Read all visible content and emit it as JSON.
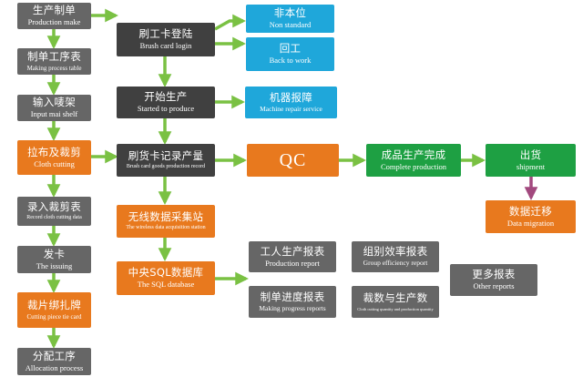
{
  "colors": {
    "gray": "#666666",
    "dark": "#404040",
    "blue": "#1fa7da",
    "orange": "#e8791e",
    "green": "#1ea043",
    "arrow_green": "#7ac143",
    "arrow_purple": "#a2497e"
  },
  "nodes": {
    "production_make": {
      "zh": "生产制单",
      "en": "Production make"
    },
    "making_process": {
      "zh": "制单工序表",
      "en": "Making process table"
    },
    "input_shelf": {
      "zh": "输入唛架",
      "en": "Input mai shelf"
    },
    "cloth_cutting": {
      "zh": "拉布及裁剪",
      "en": "Cloth cutting"
    },
    "record_cutting": {
      "zh": "录入裁剪表",
      "en": "Record cloth cutting data"
    },
    "issuing": {
      "zh": "发卡",
      "en": "The issuing"
    },
    "tie_card": {
      "zh": "裁片绑扎牌",
      "en": "Cutting piece tie card"
    },
    "allocation": {
      "zh": "分配工序",
      "en": "Allocation process"
    },
    "brush_login": {
      "zh": "刷工卡登陆",
      "en": "Brush card login"
    },
    "started": {
      "zh": "开始生产",
      "en": "Started to produce"
    },
    "brush_record": {
      "zh": "刷货卡记录产量",
      "en": "Brush card goods production record"
    },
    "wireless": {
      "zh": "无线数据采集站",
      "en": "The wireless data acquisition station"
    },
    "sql_db": {
      "zh": "中央SQL数据库",
      "en": "The SQL database"
    },
    "non_standard": {
      "zh": "非本位",
      "en": "Non standard"
    },
    "back_to_work": {
      "zh": "回工",
      "en": "Back to work"
    },
    "machine_repair": {
      "zh": "机器报障",
      "en": "Machine repair service"
    },
    "qc": {
      "zh": "QC"
    },
    "complete_prod": {
      "zh": "成品生产完成",
      "en": "Complete production"
    },
    "shipment": {
      "zh": "出货",
      "en": "shipment"
    },
    "data_migration": {
      "zh": "数据迁移",
      "en": "Data migration"
    },
    "production_report": {
      "zh": "工人生产报表",
      "en": "Production report"
    },
    "group_efficiency": {
      "zh": "组别效率报表",
      "en": "Group efficiency report"
    },
    "other_reports": {
      "zh": "更多报表",
      "en": "Other reports"
    },
    "making_progress": {
      "zh": "制单进度报表",
      "en": "Making progress reports"
    },
    "cutting_quantity": {
      "zh": "裁数与生产数",
      "en": "Cloth cutting quantity and production quantity"
    }
  }
}
